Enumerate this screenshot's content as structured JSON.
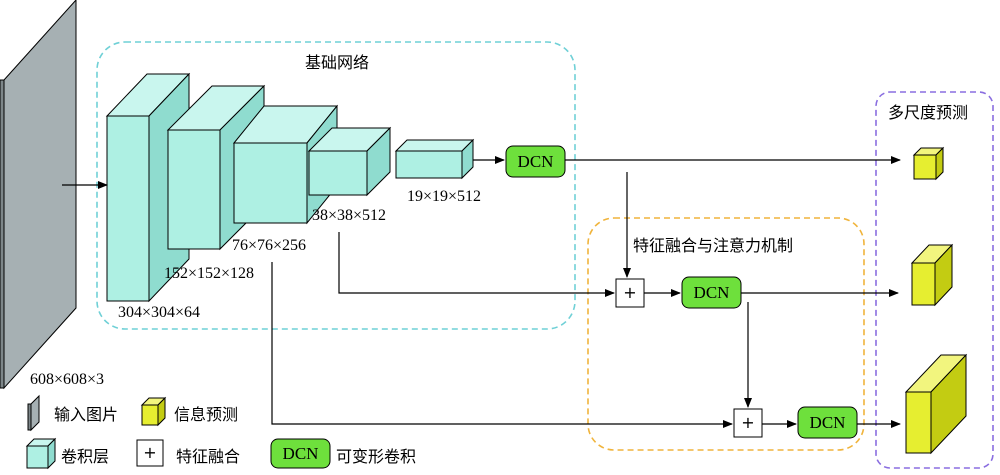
{
  "groups": {
    "backbone": "基础网络",
    "fusion": "特征融合与注意力机制",
    "prediction": "多尺度预测"
  },
  "sizes": {
    "input": "608×608×3",
    "l1": "304×304×64",
    "l2": "152×152×128",
    "l3": "76×76×256",
    "l4": "38×38×512",
    "l5": "19×19×512"
  },
  "blocks": {
    "dcn": "DCN",
    "plus": "+"
  },
  "legend": {
    "input_image": "输入图片",
    "info_prediction": "信息预测",
    "conv_layer": "卷积层",
    "feature_fusion": "特征融合",
    "deformable_conv": "可变形卷积",
    "dcn_label": "DCN",
    "plus_label": "+"
  },
  "colors": {
    "input_layer": "#a6b0b3",
    "conv_front": "#aef0e3",
    "conv_top": "#c9f6ee",
    "conv_side": "#8fdccf",
    "dcn_fill": "#6ee03c",
    "pred_front": "#e6ee30",
    "pred_top": "#f2f57e",
    "pred_side": "#c3cc12",
    "backbone_dash": "#6fd0d6",
    "fusion_dash": "#f0b43c",
    "prediction_dash": "#8a6ee0"
  }
}
